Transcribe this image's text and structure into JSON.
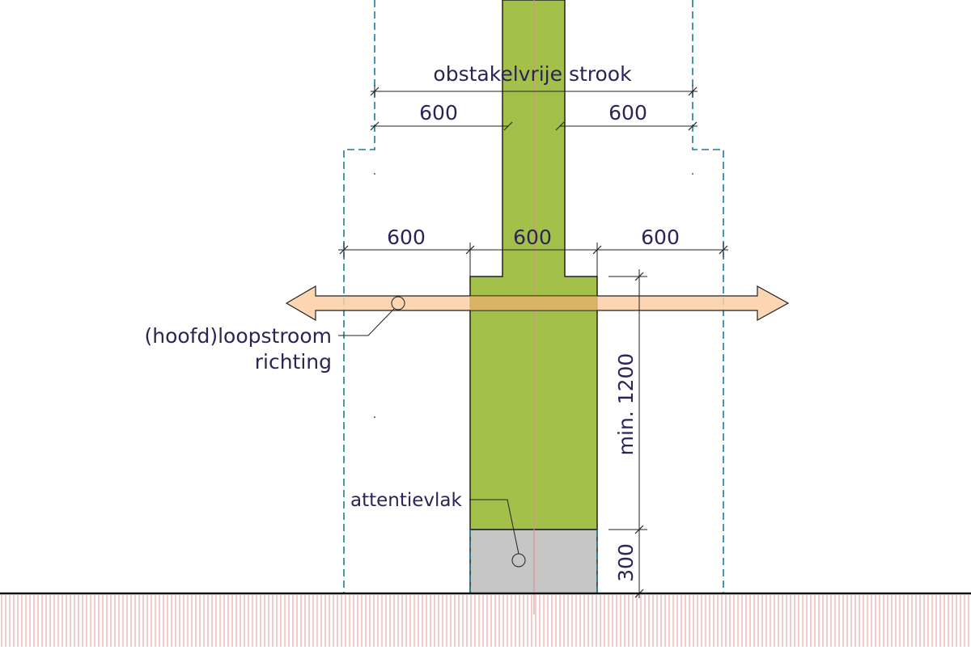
{
  "labels": {
    "obstacle_free_strip": "obstakelvrije strook",
    "dim_upper_left": "600",
    "dim_upper_right": "600",
    "dim_lower_left": "600",
    "dim_lower_mid": "600",
    "dim_lower_right": "600",
    "walk_direction_line1": "(hoofd)loopstroom",
    "walk_direction_line2": "richting",
    "vertical_min": "min. 1200",
    "vertical_300": "300",
    "attention_area": "attentievlak"
  },
  "colors": {
    "guide_path": "#a3c14a",
    "attention_area": "#c6c6c6",
    "arrow_fill": "#fbcfa5",
    "dashed_zone": "#1f7a99",
    "hatch": "#e99a9a",
    "text": "#2b2456"
  }
}
